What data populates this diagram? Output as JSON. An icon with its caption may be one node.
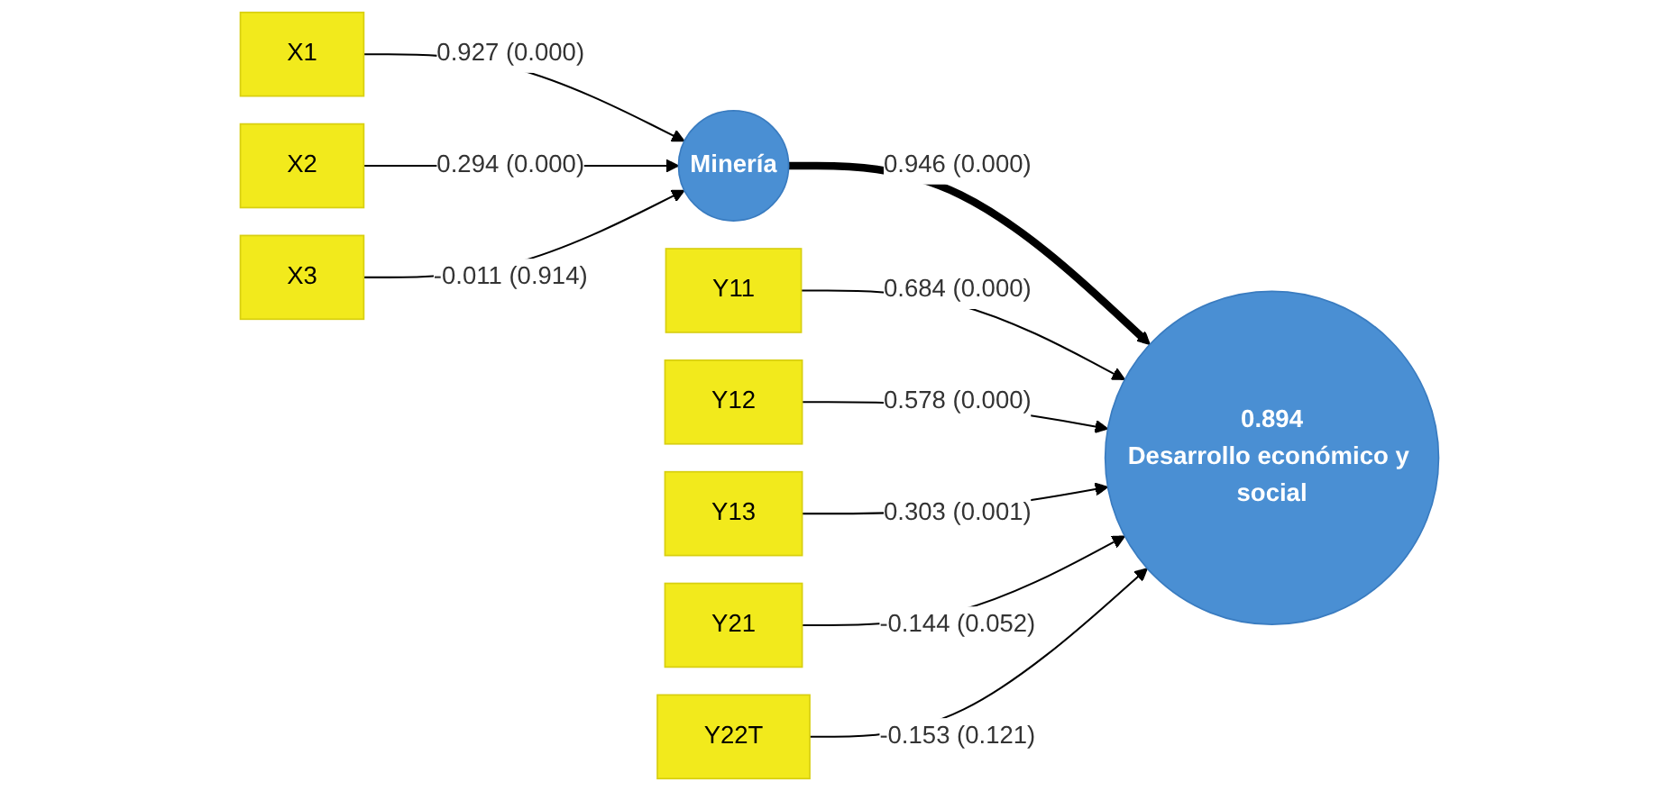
{
  "diagram": {
    "nodes": [
      {
        "text": [
          "X1"
        ]
      },
      {
        "text": [
          "X2"
        ]
      },
      {
        "text": [
          "X3"
        ]
      },
      {
        "text": [
          "Minería"
        ]
      },
      {
        "text": [
          "0.894",
          "Desarrollo económico y social"
        ]
      },
      {
        "text": [
          "Y11"
        ]
      },
      {
        "text": [
          "Y12"
        ]
      },
      {
        "text": [
          "Y13"
        ]
      },
      {
        "text": [
          "Y21"
        ]
      },
      {
        "text": [
          "Y22T"
        ]
      }
    ],
    "edges": [
      {
        "from": 0,
        "to": 3,
        "arrow": "to",
        "label": "0.927 (0.000)"
      },
      {
        "from": 1,
        "to": 3,
        "arrow": "to",
        "label": "0.294 (0.000)"
      },
      {
        "from": 2,
        "to": 3,
        "arrow": "to",
        "label": "-0.011 (0.914)"
      },
      {
        "from": 3,
        "to": 4,
        "arrow": "to",
        "label": "0.946 (0.000)",
        "style": "thick"
      },
      {
        "from": 5,
        "to": 4,
        "arrow": "to",
        "label": "0.684 (0.000)"
      },
      {
        "from": 6,
        "to": 4,
        "arrow": "to",
        "label": "0.578 (0.000)"
      },
      {
        "from": 7,
        "to": 4,
        "arrow": "to",
        "label": "0.303 (0.001)"
      },
      {
        "from": 8,
        "to": 4,
        "arrow": "to",
        "label": "-0.144 (0.052)"
      },
      {
        "from": 9,
        "to": 4,
        "arrow": "to",
        "label": "-0.153 (0.121)"
      }
    ]
  }
}
